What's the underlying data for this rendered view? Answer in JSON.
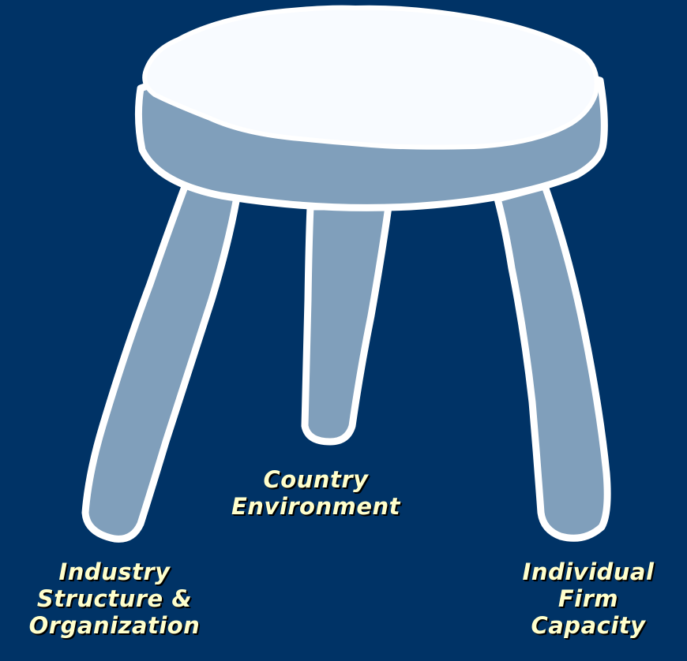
{
  "colors": {
    "background": "#003366",
    "seat_top": "#F8FBFF",
    "seat_rim_and_legs": "#809FBB",
    "outline": "#FFFFFF",
    "label_text": "#FFFFCC",
    "label_shadow": "#000000"
  },
  "labels": {
    "center": [
      "Country",
      "Environment"
    ],
    "left": [
      "Industry",
      "Structure &",
      "Organization"
    ],
    "right": [
      "Individual",
      "Firm",
      "Capacity"
    ]
  }
}
